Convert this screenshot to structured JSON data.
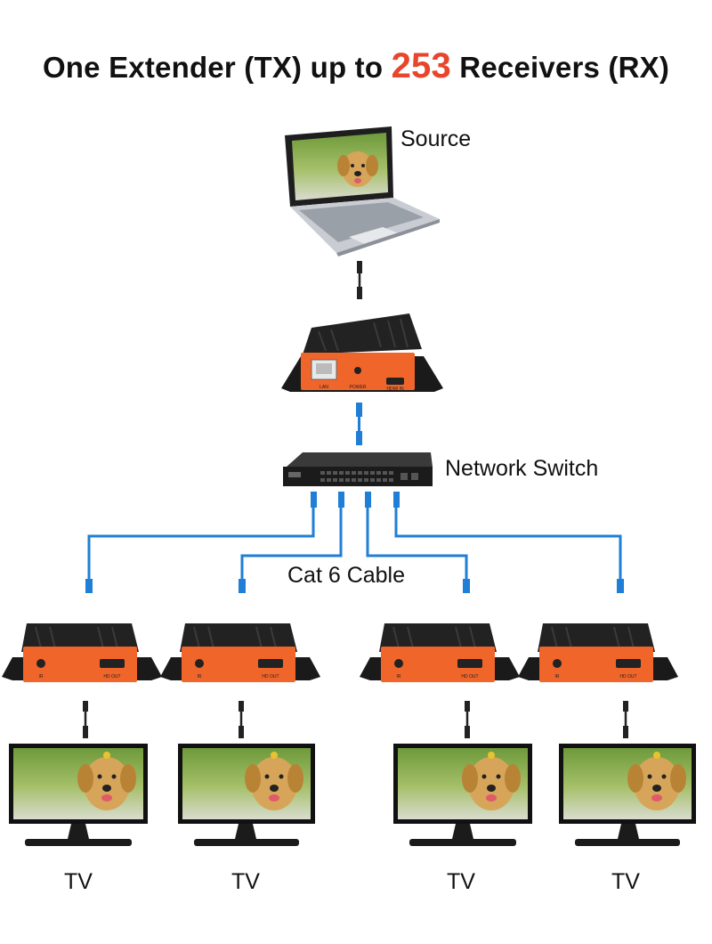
{
  "title": {
    "prefix": "One Extender (TX) up to ",
    "count": "253",
    "suffix": " Receivers (RX)"
  },
  "labels": {
    "source": "Source",
    "network_switch": "Network Switch",
    "cable": "Cat 6 Cable"
  },
  "transmitter": {
    "ports": [
      "LAN",
      "POWER",
      "HDMI IN"
    ]
  },
  "receivers": [
    {
      "ports": [
        "IR",
        "HD OUT"
      ],
      "tv_label": "TV"
    },
    {
      "ports": [
        "IR",
        "HD OUT"
      ],
      "tv_label": "TV"
    },
    {
      "ports": [
        "IR",
        "HD OUT"
      ],
      "tv_label": "TV"
    },
    {
      "ports": [
        "IR",
        "HD OUT"
      ],
      "tv_label": "TV"
    }
  ],
  "colors": {
    "accent": "#e8452c",
    "device_orange": "#f0652a",
    "cable_blue": "#1f7fd6",
    "device_black": "#1b1b1b"
  }
}
